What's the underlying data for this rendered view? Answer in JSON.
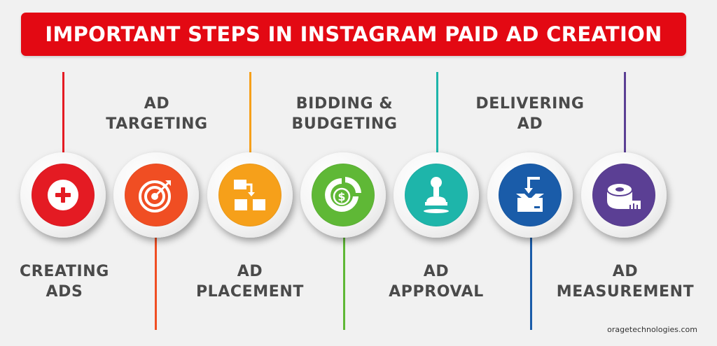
{
  "title": "IMPORTANT STEPS IN INSTAGRAM PAID AD CREATION",
  "colors": {
    "banner": "#e30913",
    "steps": [
      "#e41b23",
      "#f04e23",
      "#f6a01a",
      "#5fb836",
      "#1eb5aa",
      "#1a5ca9",
      "#5b3f94"
    ]
  },
  "steps": [
    {
      "lines": [
        "CREATING",
        "ADS"
      ],
      "icon": "plus-icon"
    },
    {
      "lines": [
        "AD",
        "TARGETING"
      ],
      "icon": "target-icon"
    },
    {
      "lines": [
        "AD",
        "PLACEMENT"
      ],
      "icon": "flowchart-icon"
    },
    {
      "lines": [
        "BIDDING &",
        "BUDGETING"
      ],
      "icon": "dollar-chart-icon"
    },
    {
      "lines": [
        "AD",
        "APPROVAL"
      ],
      "icon": "stamp-icon"
    },
    {
      "lines": [
        "DELIVERING",
        "AD"
      ],
      "icon": "box-delivery-icon"
    },
    {
      "lines": [
        "AD",
        "MEASUREMENT"
      ],
      "icon": "tape-measure-icon"
    }
  ],
  "credit": "oragetechnologies.com"
}
